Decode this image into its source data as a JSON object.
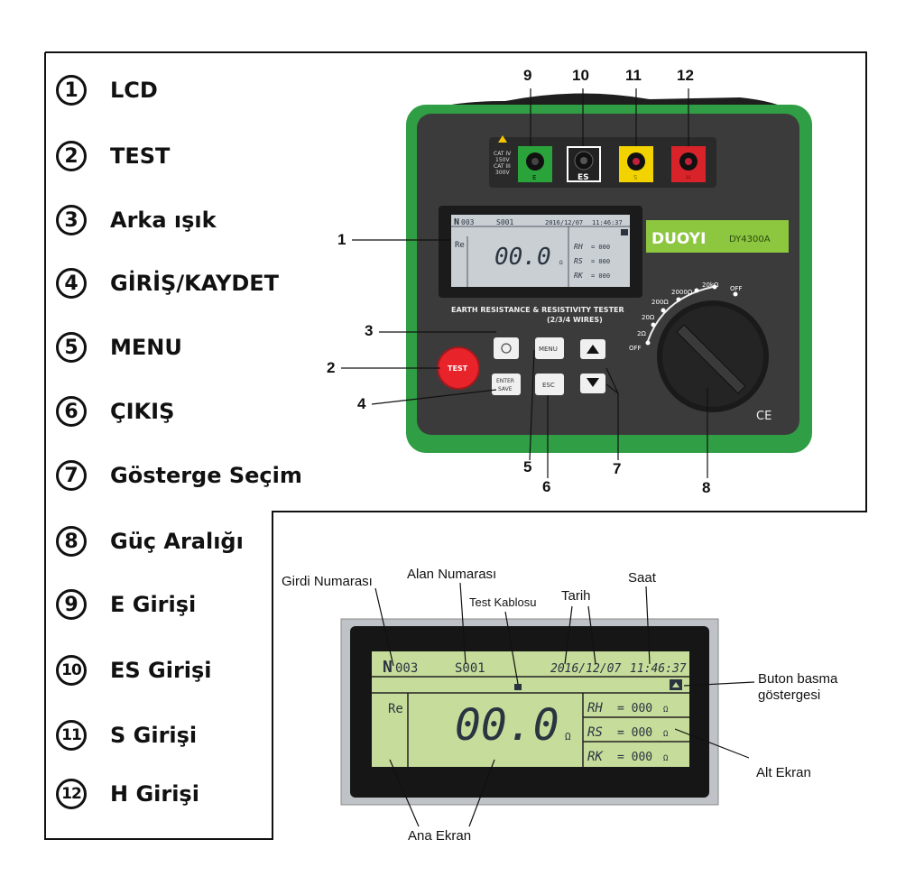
{
  "legend": [
    {
      "num": "1",
      "label": "LCD"
    },
    {
      "num": "2",
      "label": "TEST"
    },
    {
      "num": "3",
      "label": "Arka ışık"
    },
    {
      "num": "4",
      "label": "GİRİŞ/KAYDET"
    },
    {
      "num": "5",
      "label": "MENU"
    },
    {
      "num": "6",
      "label": "ÇIKIŞ"
    },
    {
      "num": "7",
      "label": "Gösterge Seçim"
    },
    {
      "num": "8",
      "label": "Güç Aralığı"
    },
    {
      "num": "9",
      "label": "E Girişi"
    },
    {
      "num": "10",
      "label": "ES Girişi"
    },
    {
      "num": "11",
      "label": "S Girişi"
    },
    {
      "num": "12",
      "label": "H Girişi"
    }
  ],
  "device": {
    "brand": "DUOYI",
    "model": "DY4300A",
    "title_line1": "EARTH RESISTANCE & RESISTIVITY TESTER",
    "title_line2": "(2/3/4 WIRES)",
    "cat_line1": "CAT IV",
    "cat_line2": "150V",
    "cat_line3": "CAT III",
    "cat_line4": "300V",
    "terminals": [
      "E",
      "ES",
      "S",
      "H"
    ],
    "buttons": {
      "test": "TEST",
      "enter_line1": "ENTER",
      "enter_line2": "SAVE",
      "menu": "MENU",
      "esc": "ESC"
    },
    "dial_labels": [
      "OFF",
      "2Ω",
      "20Ω",
      "200Ω",
      "2000Ω",
      "20kΩ",
      "OFF"
    ],
    "ce_mark": "CE",
    "callouts": [
      "1",
      "2",
      "3",
      "4",
      "5",
      "6",
      "7",
      "8",
      "9",
      "10",
      "11",
      "12"
    ]
  },
  "lcd": {
    "record_prefix": "N",
    "record": "003",
    "site": "S001",
    "date": "2016/12/07",
    "time": "11:46:37",
    "mode": "Re",
    "main_value": "00.0",
    "main_unit": "Ω",
    "rows": [
      {
        "label": "RH",
        "value": "= 000",
        "unit": "Ω"
      },
      {
        "label": "RS",
        "value": "= 000",
        "unit": "Ω"
      },
      {
        "label": "RK",
        "value": "= 000",
        "unit": "Ω"
      }
    ]
  },
  "annotations": {
    "girdi": "Girdi Numarası",
    "alan": "Alan Numarası",
    "test_kablosu": "Test Kablosu",
    "tarih": "Tarih",
    "saat": "Saat",
    "buton_line1": "Buton basma",
    "buton_line2": "göstergesi",
    "alt_ekran": "Alt Ekran",
    "ana_ekran": "Ana Ekran"
  },
  "colors": {
    "case_green": "#2f9e44",
    "case_body": "#3b3b3b",
    "lcd_bg": "#c6dc9a",
    "brand_bar": "#8dc63f",
    "test_button": "#e8232a"
  }
}
